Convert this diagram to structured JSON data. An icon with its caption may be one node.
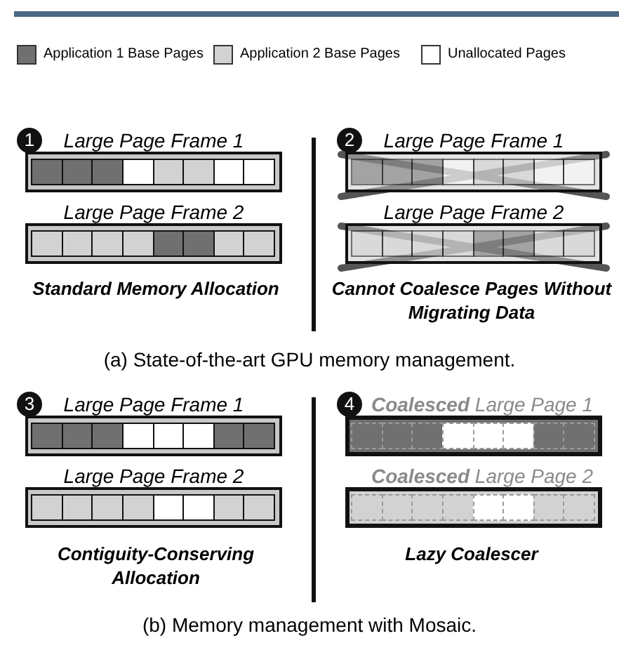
{
  "diagram": {
    "nodes": [
      {
        "text": [
          "1"
        ]
      },
      {
        "text": [
          "Large Page Frame 1"
        ]
      },
      {
        "text": [],
        "shape": "box",
        "in": 1
      },
      {
        "text": [],
        "shape": "box",
        "in": 1
      },
      {
        "text": [],
        "shape": "box",
        "in": 1
      },
      {
        "text": [],
        "shape": "box",
        "in": 1
      },
      {
        "text": [],
        "shape": "box",
        "in": 1
      },
      {
        "text": [],
        "shape": "box",
        "in": 1
      },
      {
        "text": [],
        "shape": "box",
        "in": 1
      },
      {
        "text": [],
        "shape": "box",
        "in": 1
      },
      {
        "text": [
          "Large Page Frame 2"
        ]
      },
      {
        "text": [],
        "shape": "box",
        "in": 10
      },
      {
        "text": [],
        "shape": "box",
        "in": 10
      },
      {
        "text": [],
        "shape": "box",
        "in": 10
      },
      {
        "text": [],
        "shape": "box",
        "in": 10
      },
      {
        "text": [],
        "shape": "box",
        "in": 10
      },
      {
        "text": [],
        "shape": "box",
        "in": 10
      },
      {
        "text": [],
        "shape": "box",
        "in": 10
      },
      {
        "text": [],
        "shape": "box",
        "in": 10
      },
      {
        "text": [
          "2"
        ]
      },
      {
        "text": [
          "Large Page Frame 1"
        ]
      },
      {
        "text": [],
        "shape": "box",
        "in": 20
      },
      {
        "text": [],
        "shape": "box",
        "in": 20
      },
      {
        "text": [],
        "shape": "box",
        "in": 20
      },
      {
        "text": [],
        "shape": "box",
        "in": 20
      },
      {
        "text": [],
        "shape": "box",
        "in": 20
      },
      {
        "text": [],
        "shape": "box",
        "in": 20
      },
      {
        "text": [],
        "shape": "box",
        "in": 20
      },
      {
        "text": [],
        "shape": "box",
        "in": 20
      },
      {
        "text": [
          "Large Page Frame 2"
        ]
      },
      {
        "text": [],
        "shape": "box",
        "in": 29
      },
      {
        "text": [],
        "shape": "box",
        "in": 29
      },
      {
        "text": [],
        "shape": "box",
        "in": 29
      },
      {
        "text": [],
        "shape": "box",
        "in": 29
      },
      {
        "text": [],
        "shape": "box",
        "in": 29
      },
      {
        "text": [],
        "shape": "box",
        "in": 29
      },
      {
        "text": [],
        "shape": "box",
        "in": 29
      },
      {
        "text": [],
        "shape": "box",
        "in": 29
      },
      {
        "text": [
          "3"
        ]
      },
      {
        "text": [
          "Large Page Frame 1"
        ]
      },
      {
        "text": [],
        "shape": "box",
        "in": 39
      },
      {
        "text": [],
        "shape": "box",
        "in": 39
      },
      {
        "text": [],
        "shape": "box",
        "in": 39
      },
      {
        "text": [],
        "shape": "box",
        "in": 39
      },
      {
        "text": [],
        "shape": "box",
        "in": 39
      },
      {
        "text": [],
        "shape": "box",
        "in": 39
      },
      {
        "text": [],
        "shape": "box",
        "in": 39
      },
      {
        "text": [],
        "shape": "box",
        "in": 39
      },
      {
        "text": [
          "Large Page Frame 2"
        ]
      },
      {
        "text": [],
        "shape": "box",
        "in": 48
      },
      {
        "text": [],
        "shape": "box",
        "in": 48
      },
      {
        "text": [],
        "shape": "box",
        "in": 48
      },
      {
        "text": [],
        "shape": "box",
        "in": 48
      },
      {
        "text": [],
        "shape": "box",
        "in": 48
      },
      {
        "text": [],
        "shape": "box",
        "in": 48
      },
      {
        "text": [],
        "shape": "box",
        "in": 48
      },
      {
        "text": [],
        "shape": "box",
        "in": 48
      },
      {
        "text": [
          "4"
        ]
      },
      {
        "text": [
          "**Coalesced** Large Page 1"
        ]
      },
      {
        "text": [],
        "shape": "box",
        "in": 58
      },
      {
        "text": [],
        "shape": "box",
        "in": 58
      },
      {
        "text": [],
        "shape": "box",
        "in": 58
      },
      {
        "text": [],
        "shape": "box",
        "in": 58
      },
      {
        "text": [],
        "shape": "box",
        "in": 58
      },
      {
        "text": [],
        "shape": "box",
        "in": 58
      },
      {
        "text": [],
        "shape": "box",
        "in": 58
      },
      {
        "text": [],
        "shape": "box",
        "in": 58
      },
      {
        "text": [
          "**Coalesced** Large Page 2"
        ]
      },
      {
        "text": [],
        "shape": "box",
        "in": 67
      },
      {
        "text": [],
        "shape": "box",
        "in": 67
      },
      {
        "text": [],
        "shape": "box",
        "in": 67
      },
      {
        "text": [],
        "shape": "box",
        "in": 67
      },
      {
        "text": [],
        "shape": "box",
        "in": 67
      },
      {
        "text": [],
        "shape": "box",
        "in": 67
      },
      {
        "text": [],
        "shape": "box",
        "in": 67
      },
      {
        "text": [],
        "shape": "box",
        "in": 67
      }
    ],
    "labels": [
      "Standard Memory Allocation",
      "Cannot Coalesce Pages Without Migrating Data",
      "(a) State-of-the-art GPU memory management.",
      "Contiguity-Conserving Allocation",
      "Lazy Coalescer",
      "(b) Memory management with Mosaic."
    ],
    "legend": [
      {
        "text": "Application 1 Base Pages",
        "color": "#707070"
      },
      {
        "text": "Application 2 Base Pages",
        "color": "#d2d2d2"
      },
      {
        "text": "Unallocated Pages",
        "color": "#ffffff"
      }
    ]
  }
}
